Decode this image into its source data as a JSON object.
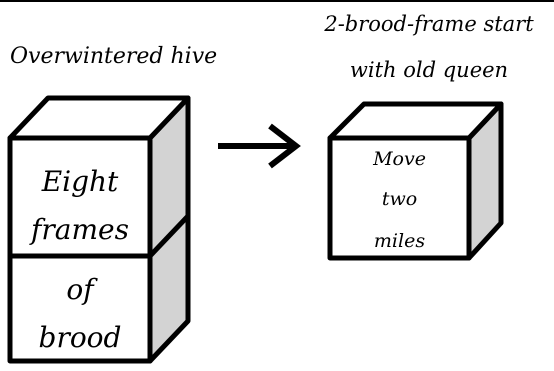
{
  "colors": {
    "front_face": "#ffffff",
    "top_face": "#ffffff",
    "side_face": "#d3d3d3",
    "stroke": "#000000"
  },
  "left_hive": {
    "title": "Overwintered hive",
    "upper_box_text": [
      "Eight",
      "frames"
    ],
    "lower_box_text": [
      "of",
      "brood"
    ]
  },
  "arrow": {
    "icon": "right-arrow-icon"
  },
  "right_hive": {
    "title_lines": [
      "2-brood-frame start",
      "with old queen"
    ],
    "box_text": [
      "Move",
      "two",
      "miles"
    ]
  }
}
